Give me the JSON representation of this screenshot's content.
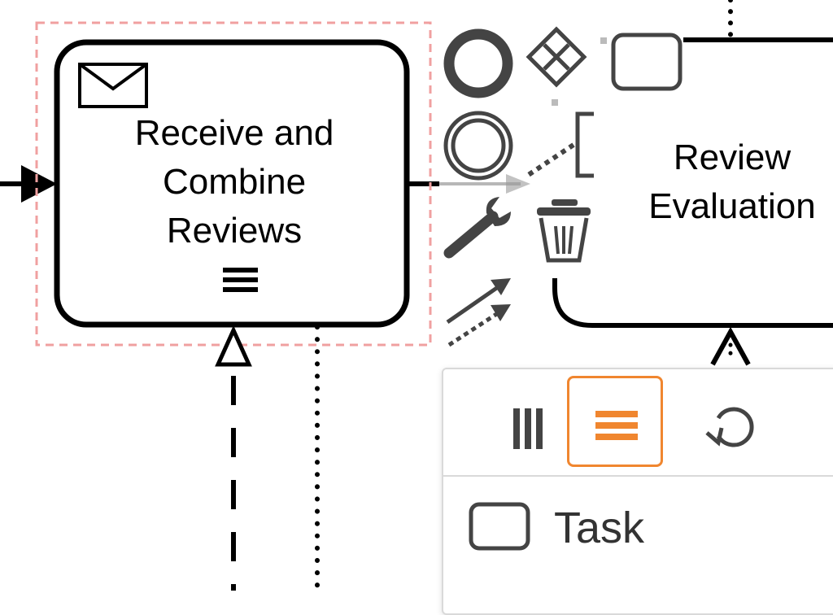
{
  "tasks": {
    "receive": {
      "lines": [
        "Receive and",
        "Combine",
        "Reviews"
      ]
    },
    "review": {
      "lines": [
        "Review",
        "Evaluation"
      ]
    }
  },
  "colors": {
    "selection": "#f0a0a0",
    "palette_icon": "#444444",
    "accent": "#f0862f",
    "popup_border": "#d9d9d9"
  },
  "context_pad": {
    "items": [
      {
        "name": "end-event",
        "icon": "bold-circle-icon"
      },
      {
        "name": "exclusive-gateway",
        "icon": "gateway-x-icon"
      },
      {
        "name": "task",
        "icon": "rounded-rect-icon"
      },
      {
        "name": "intermediate-event",
        "icon": "double-circle-icon"
      },
      {
        "name": "text-annotation",
        "icon": "annotation-bracket-icon"
      },
      {
        "name": "change-type",
        "icon": "wrench-icon"
      },
      {
        "name": "delete",
        "icon": "trash-icon"
      },
      {
        "name": "connect",
        "icon": "connect-arrows-icon"
      }
    ]
  },
  "popup": {
    "header_buttons": [
      {
        "name": "parallel-multi-instance",
        "icon": "parallel-bars-icon",
        "active": false
      },
      {
        "name": "sequential-multi-instance",
        "icon": "sequential-bars-icon",
        "active": true
      },
      {
        "name": "loop",
        "icon": "loop-icon",
        "active": false
      }
    ],
    "entries": [
      {
        "label": "Task",
        "icon": "task-rect-icon"
      }
    ]
  }
}
